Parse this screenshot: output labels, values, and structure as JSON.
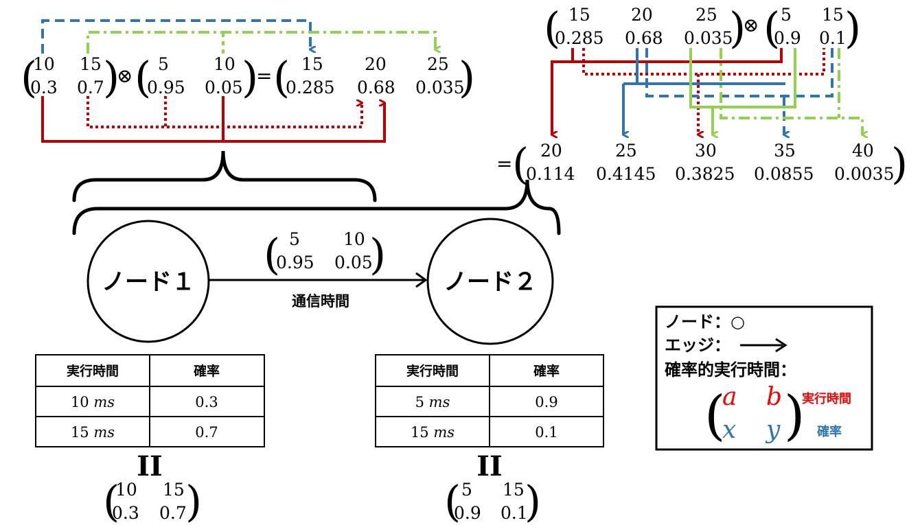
{
  "colors": {
    "red": "#c00000",
    "blue": "#2e75b6",
    "green": "#92d050",
    "black": "#000000",
    "legend_red": "#ff0000",
    "legend_blue": "#2e75b6"
  },
  "left_equation": {
    "dist_a": {
      "values": [
        "10",
        "15"
      ],
      "probs": [
        "0.3",
        "0.7"
      ]
    },
    "operator": "⊗",
    "dist_b": {
      "values": [
        "5",
        "10"
      ],
      "probs": [
        "0.95",
        "0.05"
      ]
    },
    "equals": "=",
    "result": {
      "values": [
        "15",
        "20",
        "25"
      ],
      "probs": [
        "0.285",
        "0.68",
        "0.035"
      ]
    }
  },
  "right_equation": {
    "dist_a": {
      "values": [
        "15",
        "20",
        "25"
      ],
      "probs": [
        "0.285",
        "0.68",
        "0.035"
      ]
    },
    "operator": "⊗",
    "dist_b": {
      "values": [
        "5",
        "15"
      ],
      "probs": [
        "0.9",
        "0.1"
      ]
    },
    "equals": "=",
    "result": {
      "values": [
        "20",
        "25",
        "30",
        "35",
        "40"
      ],
      "probs": [
        "0.114",
        "0.4145",
        "0.3825",
        "0.0855",
        "0.0035"
      ]
    }
  },
  "nodes": [
    {
      "label": "ノード１"
    },
    {
      "label": "ノード２"
    }
  ],
  "edge": {
    "label": "通信時間",
    "dist": {
      "values": [
        "5",
        "10"
      ],
      "probs": [
        "0.95",
        "0.05"
      ]
    }
  },
  "tables": [
    {
      "headers": [
        "実行時間",
        "確率"
      ],
      "rows": [
        {
          "time": "10",
          "unit": "ms",
          "prob": "0.3"
        },
        {
          "time": "15",
          "unit": "ms",
          "prob": "0.7"
        }
      ],
      "equals_symbol": "II",
      "dist": {
        "values": [
          "10",
          "15"
        ],
        "probs": [
          "0.3",
          "0.7"
        ]
      }
    },
    {
      "headers": [
        "実行時間",
        "確率"
      ],
      "rows": [
        {
          "time": "5",
          "unit": "ms",
          "prob": "0.9"
        },
        {
          "time": "15",
          "unit": "ms",
          "prob": "0.1"
        }
      ],
      "equals_symbol": "II",
      "dist": {
        "values": [
          "5",
          "15"
        ],
        "probs": [
          "0.9",
          "0.1"
        ]
      }
    }
  ],
  "legend": {
    "node_label": "ノード：",
    "node_symbol": "○",
    "edge_label": "エッジ：",
    "prob_exec_label": "確率的実行時間：",
    "var_a": "a",
    "var_b": "b",
    "var_x": "x",
    "var_y": "y",
    "exec_time_label": "実行時間",
    "prob_label": "確率"
  }
}
